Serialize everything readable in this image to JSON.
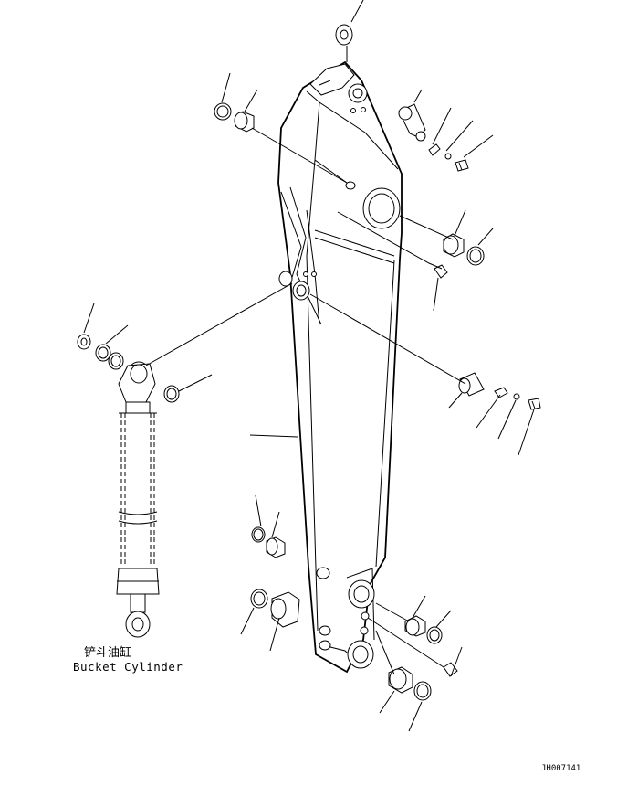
{
  "labels": {
    "cylinder_cn": "铲斗油缸",
    "cylinder_en": "Bucket Cylinder",
    "drawing_code": "JH007141"
  },
  "icons": [
    "washer-icon",
    "bushing-icon",
    "pin-icon",
    "bolt-icon",
    "grease-fitting-icon",
    "seal-ring-icon"
  ]
}
